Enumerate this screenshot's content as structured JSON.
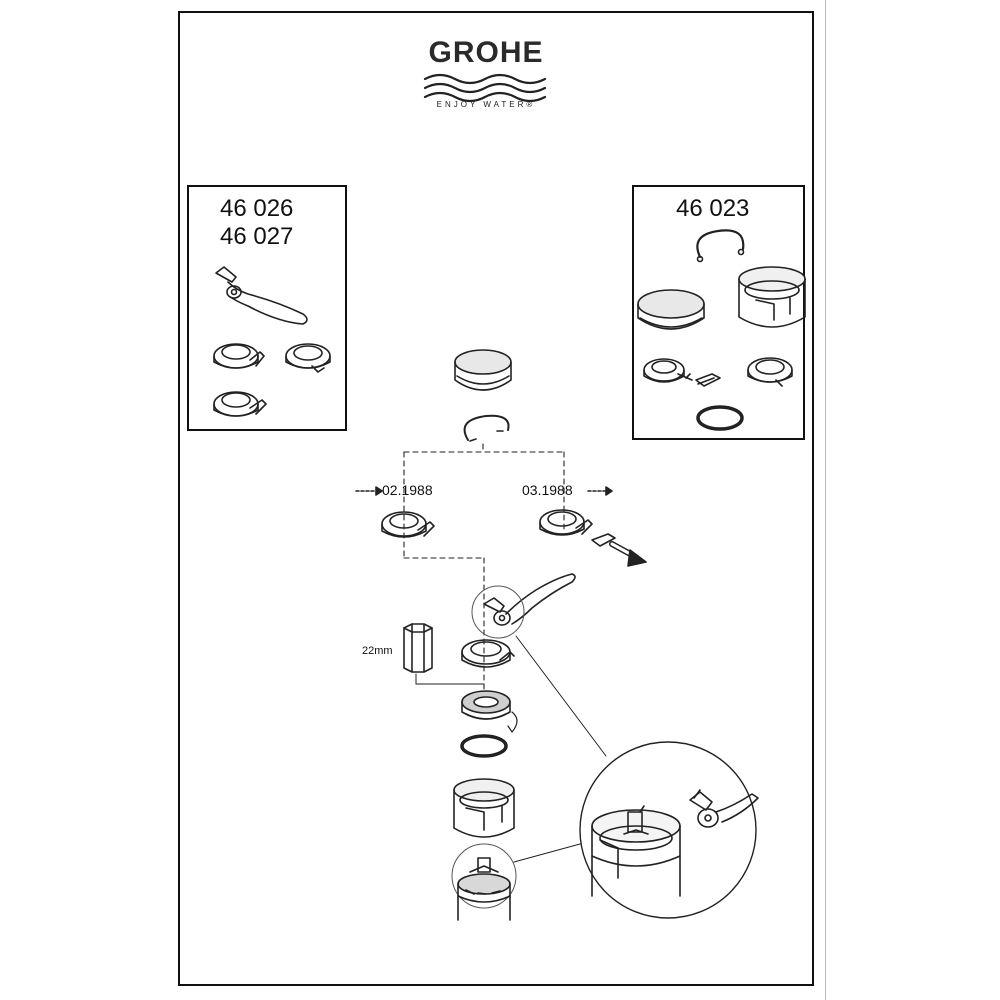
{
  "brand": {
    "name": "GROHE",
    "tagline": "ENJOY WATER®"
  },
  "kits": {
    "left": {
      "part_numbers": [
        "46 026",
        "46 027"
      ]
    },
    "right": {
      "part_numbers": [
        "46 023"
      ]
    }
  },
  "labels": {
    "date_before": "02.1988",
    "date_after": "03.1988",
    "wrench_size": "22mm"
  },
  "colors": {
    "line": "#222222",
    "background": "#ffffff",
    "shade": "#d8d8d8"
  }
}
